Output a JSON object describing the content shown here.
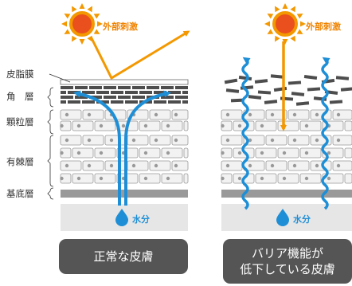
{
  "labels": {
    "external": "外部刺激",
    "water": "水分",
    "sebum": "皮脂膜",
    "horny": "角　層",
    "granular": "顆粒層",
    "spinous": "有棘層",
    "basal": "基底層"
  },
  "captions": {
    "normal": "正常な皮膚",
    "damaged_line1": "バリア機能が",
    "damaged_line2": "低下している皮膚"
  },
  "colors": {
    "sun_orange": "#f39800",
    "sun_core": "#ea4f1e",
    "label_orange": "#f08300",
    "water_blue": "#1e8fd6",
    "cell_fill": "#f2f2f2",
    "cell_stroke": "#999999",
    "horny_dark": "#4d4d4d",
    "basal_gray": "#999999",
    "caption_bg": "#555555"
  },
  "icons": [
    "sun-icon",
    "water-drop-icon",
    "arrow-icon"
  ]
}
